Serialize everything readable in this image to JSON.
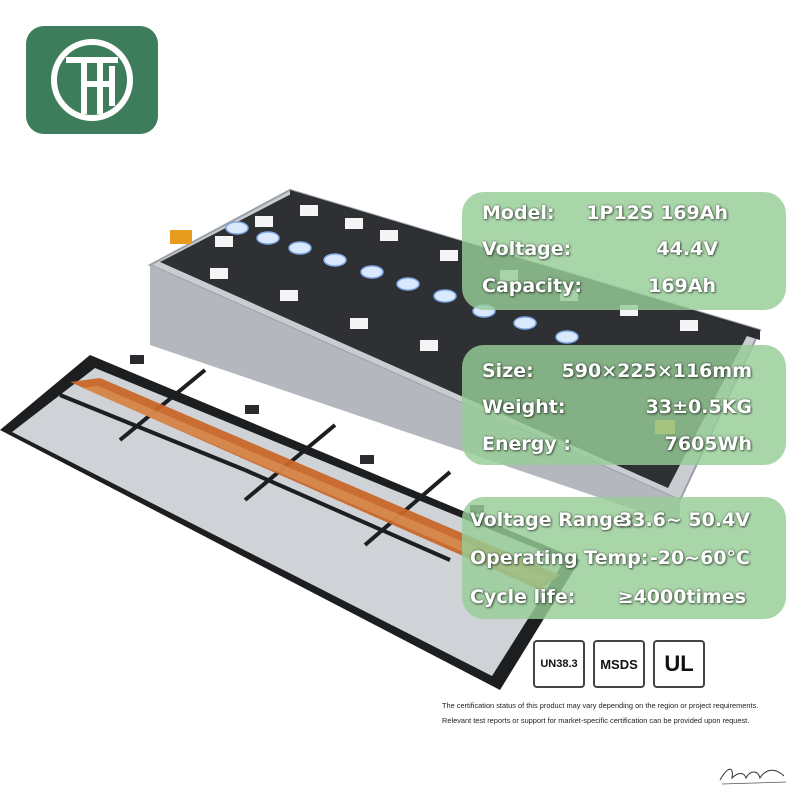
{
  "brand": {
    "logo_color": "#3e7d5c"
  },
  "specs_panel_1": [
    {
      "label": "Model:",
      "value": "1P12S 169Ah"
    },
    {
      "label": "Voltage:",
      "value": "44.4V"
    },
    {
      "label": "Capacity:",
      "value": "169Ah"
    }
  ],
  "specs_panel_2": [
    {
      "label": "Size:",
      "value": "590×225×116mm"
    },
    {
      "label": "Weight:",
      "value": "33±0.5KG"
    },
    {
      "label": "Energy :",
      "value": "7605Wh"
    }
  ],
  "specs_panel_3": [
    {
      "label": "Voltage Range:",
      "value": "33.6~ 50.4V"
    },
    {
      "label": "Operating Temp:",
      "value": "-20~60°C"
    },
    {
      "label": "Cycle life:",
      "value": "≥4000times"
    }
  ],
  "certifications": [
    {
      "label": "UN38.3"
    },
    {
      "label": "MSDS"
    },
    {
      "label": "UL"
    }
  ],
  "disclaimer": "The certification status of this product may vary depending on the region or project requirements. Relevant test reports or support for market-specific certification can be provided upon request.",
  "signature": "Bruce Lee",
  "colors": {
    "panel_green": "#96cd96",
    "accent_copper": "#c8672a",
    "cell_silver": "#c9ccd1"
  }
}
